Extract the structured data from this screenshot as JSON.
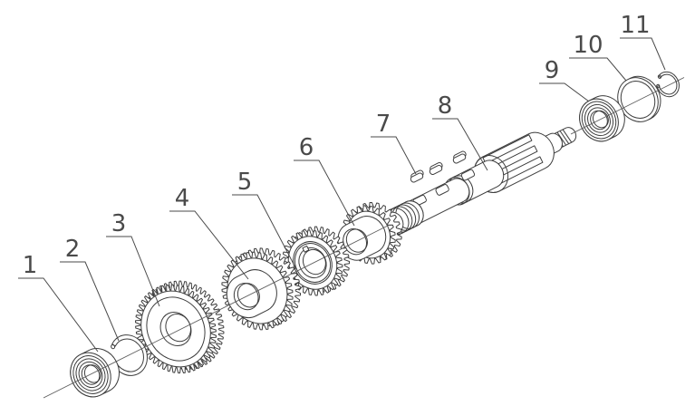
{
  "figure": {
    "kind": "exploded-assembly-diagram",
    "subject": "gear shaft assembly exploded view",
    "background": "#ffffff",
    "line_color": "#3d3d3d",
    "callout_color": "#4a4a4a",
    "callouts": [
      {
        "label": "1",
        "part": "ball-bearing-left"
      },
      {
        "label": "2",
        "part": "circlip"
      },
      {
        "label": "3",
        "part": "large-gear"
      },
      {
        "label": "4",
        "part": "gear-with-hub"
      },
      {
        "label": "5",
        "part": "gear"
      },
      {
        "label": "6",
        "part": "pinion-gear-with-hub"
      },
      {
        "label": "7",
        "part": "key"
      },
      {
        "label": "8",
        "part": "shaft"
      },
      {
        "label": "9",
        "part": "ball-bearing-right"
      },
      {
        "label": "10",
        "part": "ring"
      },
      {
        "label": "11",
        "part": "snap-ring"
      }
    ]
  }
}
